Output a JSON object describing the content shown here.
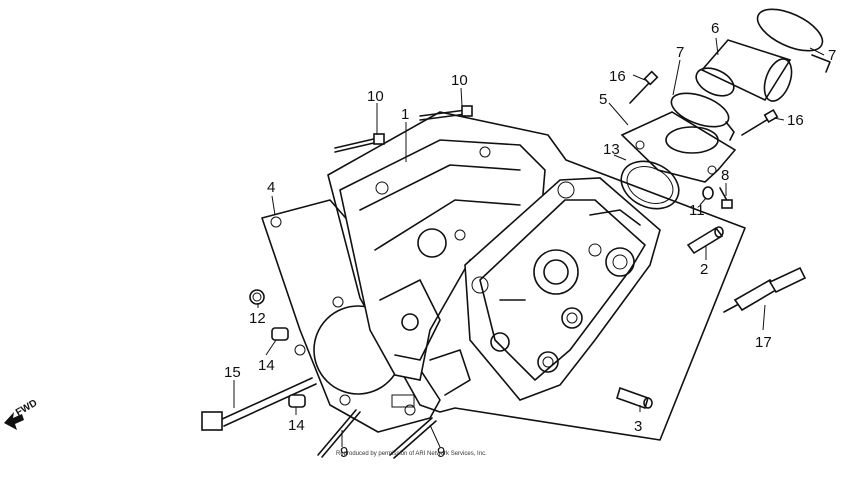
{
  "callouts": {
    "p1": "1",
    "p2": "2",
    "p3": "3",
    "p4": "4",
    "p5": "5",
    "p6": "6",
    "p7a": "7",
    "p7b": "7",
    "p8": "8",
    "p9a": "9",
    "p9b": "9",
    "p10a": "10",
    "p10b": "10",
    "p11": "11",
    "p12": "12",
    "p13": "13",
    "p14a": "14",
    "p14b": "14",
    "p15": "15",
    "p16a": "16",
    "p16b": "16",
    "p17": "17"
  },
  "direction": "FWD",
  "copyright": "Reproduced by permission of ARI Network Services, Inc."
}
